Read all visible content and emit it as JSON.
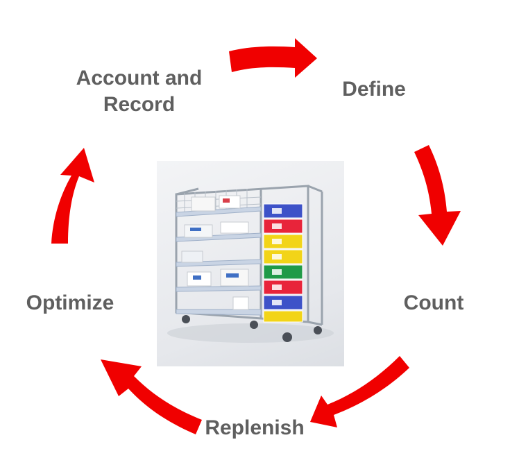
{
  "cycle": {
    "steps": [
      {
        "id": "account",
        "label_lines": [
          "Account and",
          "Record"
        ]
      },
      {
        "id": "define",
        "label_lines": [
          "Define"
        ]
      },
      {
        "id": "count",
        "label_lines": [
          "Count"
        ]
      },
      {
        "id": "replenish",
        "label_lines": [
          "Replenish"
        ]
      },
      {
        "id": "optimize",
        "label_lines": [
          "Optimize"
        ]
      }
    ]
  },
  "colors": {
    "arrow": "#f00000",
    "label_text": "#5f5f5f"
  },
  "center_image": {
    "subject": "supply-cart-with-colored-bins",
    "bin_colors": [
      "#3d52c8",
      "#e8243a",
      "#f2d418",
      "#f2d418",
      "#1f9a48",
      "#e8243a",
      "#3d52c8",
      "#f2d418"
    ]
  }
}
